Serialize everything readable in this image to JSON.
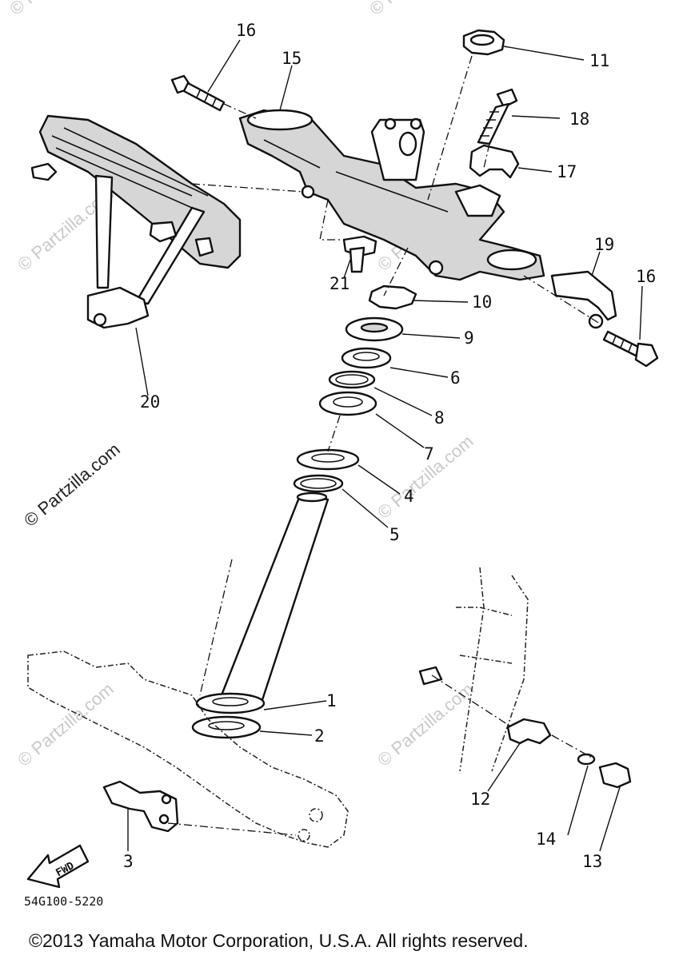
{
  "diagram": {
    "part_numbers": {
      "p1": "1",
      "p2": "2",
      "p3": "3",
      "p4": "4",
      "p5": "5",
      "p6": "6",
      "p7": "7",
      "p8": "8",
      "p9": "9",
      "p10": "10",
      "p11": "11",
      "p12": "12",
      "p13": "13",
      "p14": "14",
      "p15": "15",
      "p16a": "16",
      "p16b": "16",
      "p17": "17",
      "p18": "18",
      "p19": "19",
      "p20": "20",
      "p21": "21"
    },
    "direction_label": "FWD",
    "drawing_code": "54G100-5220",
    "watermark": "© Partzilla.com"
  },
  "footer": {
    "copyright": "©2013 Yamaha Motor Corporation, U.S.A. All rights reserved."
  }
}
